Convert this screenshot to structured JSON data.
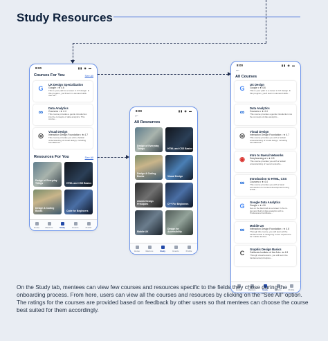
{
  "header": {
    "title": "Study Resources"
  },
  "status_bar": {
    "time": "8:00",
    "icons": "▮▮ ◉ ▬"
  },
  "phone1": {
    "courses_title": "Courses For You",
    "see_all": "See All",
    "courses": [
      {
        "logo": "G",
        "title": "UX Design Specialization",
        "provider": "Google • ★ 4.6",
        "desc": "This is your path to a career in UX design. In this program, you'll learn in-demand skills that will..."
      },
      {
        "logo": "∞",
        "title": "Data Analytics",
        "provider": "Coursera • ★ 4.4",
        "desc": "This course provides a gentle introduction into the concepts of data analytics. This course..."
      },
      {
        "logo": "◎",
        "title": "Visual Design",
        "provider": "Interaction Design Foundation • ★ 4.7",
        "desc": "This course provides you with a holistic understanding of visual design, including foundational..."
      }
    ],
    "resources_title": "Resources For You",
    "resources_see_all": "See All",
    "resources": [
      "Design of Everyday Things",
      "HTML and CSS Basics",
      "Design & Coding Books",
      "Code for Beginners"
    ]
  },
  "phone2": {
    "title": "All Resources",
    "resources": [
      "Design of Everyday Things",
      "HTML and CSS Basics",
      "Design & Coding Books",
      "Visual Design",
      "Atomic Design Principles",
      "C++ For Beginners",
      "Mobile UX",
      "Design for Accessibility"
    ]
  },
  "phone3": {
    "title": "All Courses",
    "courses": [
      {
        "logo": "G",
        "title": "UX Design",
        "provider": "Google • ★ 4.6",
        "desc": "This is your path to a career in UX design. In this program, you'll learn in-demand skills..."
      },
      {
        "logo": "∞",
        "title": "Data Analytics",
        "provider": "Coursera • ★ 4.4",
        "desc": "This course provides a gentle introduction into the concepts of data analytics..."
      },
      {
        "logo": "◎",
        "title": "Visual Design",
        "provider": "Interaction Design Foundation • ★ 4.7",
        "desc": "This course provides you with a holistic understanding of visual design, including foundational..."
      },
      {
        "logo": "◉",
        "title": "Intro to Nueral Networks",
        "provider": "Deeplearning.ai • ★ 4.5",
        "desc": "This course provides you with a holistic understanding of neural networks..."
      },
      {
        "logo": "∞",
        "title": "Introduction to HTML, CSS",
        "provider": "Coursera • ★ 4.4",
        "desc": "This course provides you with a basic introduction to frontend development using HTML..."
      },
      {
        "logo": "G",
        "title": "Google Data Analytics",
        "provider": "Google • ★ 4.6",
        "desc": "Get on the fast track to a career in the in-demand field of data analytics with a Professional Certificate..."
      },
      {
        "logo": "∞",
        "title": "Mobile UX",
        "provider": "Interaction Design Foundation • ★ 4.8",
        "desc": "Through this course, you will learn all the fundamentals to designing a user experience for mobile devices."
      },
      {
        "logo": "C",
        "title": "Graphic Design Basics",
        "provider": "California Institute of the Arts • ★ 4.8",
        "desc": "Through visual lessons, you will learn the fundamental principles..."
      }
    ]
  },
  "tabs": [
    "Home",
    "Mentors",
    "Study",
    "Events",
    "Profile"
  ],
  "caption": "On the Study tab, mentees can view few courses and resources specific to the fields they chose during the onboarding process. From here, users can view all the courses and resources by clicking on the “See All” option. The ratings for the courses are provided based on feedback by other users so that mentees can choose the course best suited for them accordingly."
}
